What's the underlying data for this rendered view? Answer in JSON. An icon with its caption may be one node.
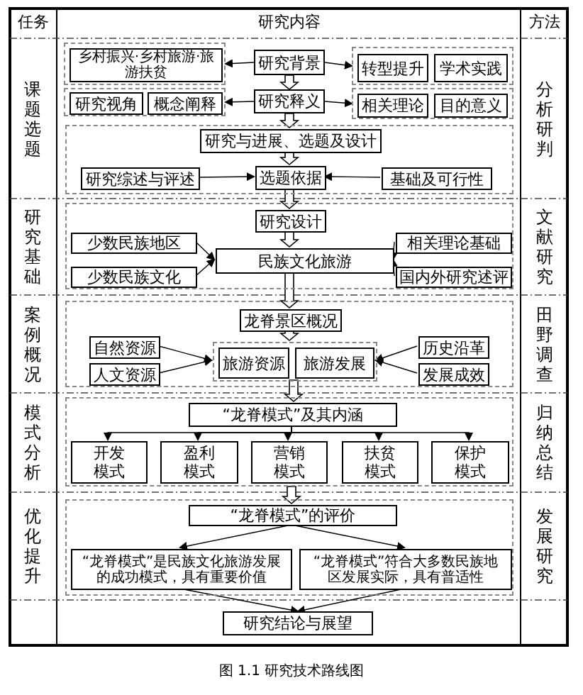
{
  "diagram": {
    "caption": "图 1.1 研究技术路线图",
    "nodes": [
      {
        "text": [],
        "shape": "box"
      },
      {
        "text": [
          "乡村振兴·乡村旅游·旅游扶贫"
        ],
        "in": 0
      },
      {
        "text": [
          "研究背景"
        ]
      },
      {
        "text": [],
        "shape": "box"
      },
      {
        "text": [
          "转型提升"
        ],
        "in": 3
      },
      {
        "text": [
          "学术实践"
        ],
        "in": 3
      },
      {
        "text": [],
        "shape": "box"
      },
      {
        "text": [
          "研究视角"
        ],
        "in": 6
      },
      {
        "text": [
          "概念阐释"
        ],
        "in": 6
      },
      {
        "text": [
          "研究释义"
        ]
      },
      {
        "text": [],
        "shape": "box"
      },
      {
        "text": [
          "相关理论"
        ],
        "in": 10
      },
      {
        "text": [
          "目的意义"
        ],
        "in": 10
      },
      {
        "text": [],
        "shape": "box"
      },
      {
        "text": [
          "研究与进展、选题及设计"
        ],
        "in": 13
      },
      {
        "text": [
          "研究综述与评述"
        ],
        "in": 13
      },
      {
        "text": [
          "选题依据"
        ],
        "in": 13
      },
      {
        "text": [
          "基础及可行性"
        ],
        "in": 13
      },
      {
        "text": [],
        "shape": "box"
      },
      {
        "text": [
          "研究设计"
        ],
        "in": 18
      },
      {
        "text": [
          "少数民族地区"
        ],
        "in": 18
      },
      {
        "text": [
          "民族文化旅游"
        ],
        "in": 18
      },
      {
        "text": [
          "相关理论基础"
        ],
        "in": 18
      },
      {
        "text": [
          "少数民族文化"
        ],
        "in": 18
      },
      {
        "text": [
          "国内外研究述评"
        ],
        "in": 18
      },
      {
        "text": [],
        "shape": "box"
      },
      {
        "text": [
          "龙脊景区概况"
        ],
        "in": 25
      },
      {
        "text": [
          "自然资源"
        ],
        "in": 25
      },
      {
        "text": [],
        "shape": "box",
        "in": 25
      },
      {
        "text": [
          "旅游资源"
        ],
        "in": 28
      },
      {
        "text": [
          "旅游发展"
        ],
        "in": 28
      },
      {
        "text": [
          "历史沿革"
        ],
        "in": 25
      },
      {
        "text": [
          "人文资源"
        ],
        "in": 25
      },
      {
        "text": [
          "发展成效"
        ],
        "in": 25
      },
      {
        "text": [],
        "shape": "box"
      },
      {
        "text": [
          "“龙脊模式”及其内涵"
        ],
        "in": 34
      },
      {
        "text": [
          "开发模式"
        ],
        "in": 34
      },
      {
        "text": [
          "盈利模式"
        ],
        "in": 34
      },
      {
        "text": [
          "营销模式"
        ],
        "in": 34
      },
      {
        "text": [
          "扶贫模式"
        ],
        "in": 34
      },
      {
        "text": [
          "保护模式"
        ],
        "in": 34
      },
      {
        "text": [],
        "shape": "box"
      },
      {
        "text": [
          "“龙脊模式”的评价"
        ],
        "in": 41
      },
      {
        "text": [
          "“龙脊模式”是民族文化旅游发展的成功模式，具有重要价值"
        ],
        "in": 41
      },
      {
        "text": [
          "“龙脊模式”符合大多数民族地区发展实际，具有普适性"
        ],
        "in": 41
      },
      {
        "text": [
          "研究结论与展望"
        ]
      }
    ],
    "edges": [
      {
        "from": 2,
        "to": 0,
        "arrow": "to"
      },
      {
        "from": 2,
        "to": 3,
        "arrow": "to"
      },
      {
        "from": 2,
        "to": 9,
        "arrow": "to",
        "style": "thick"
      },
      {
        "from": 9,
        "to": 6,
        "arrow": "to"
      },
      {
        "from": 9,
        "to": 10,
        "arrow": "to"
      },
      {
        "from": 9,
        "to": 14,
        "arrow": "to",
        "style": "thick"
      },
      {
        "from": 14,
        "to": 16,
        "arrow": "to",
        "style": "thick"
      },
      {
        "from": 15,
        "to": 16,
        "arrow": "to"
      },
      {
        "from": 17,
        "to": 16,
        "arrow": "to"
      },
      {
        "from": 16,
        "to": 19,
        "arrow": "to",
        "style": "thick"
      },
      {
        "from": 19,
        "to": 21,
        "arrow": "to",
        "style": "thick"
      },
      {
        "from": 20,
        "to": 21,
        "arrow": "to"
      },
      {
        "from": 23,
        "to": 21,
        "arrow": "to"
      },
      {
        "from": 22,
        "to": 21,
        "arrow": "to"
      },
      {
        "from": 24,
        "to": 21,
        "arrow": "to"
      },
      {
        "from": 21,
        "to": 26,
        "arrow": "to",
        "style": "thick"
      },
      {
        "from": 26,
        "to": 28,
        "arrow": "to",
        "style": "thick"
      },
      {
        "from": 27,
        "to": 28,
        "arrow": "to"
      },
      {
        "from": 32,
        "to": 28,
        "arrow": "to"
      },
      {
        "from": 31,
        "to": 28,
        "arrow": "to"
      },
      {
        "from": 33,
        "to": 28,
        "arrow": "to"
      },
      {
        "from": 28,
        "to": 35,
        "arrow": "to",
        "style": "thick"
      },
      {
        "from": 35,
        "to": 36,
        "arrow": "to"
      },
      {
        "from": 35,
        "to": 37,
        "arrow": "to"
      },
      {
        "from": 35,
        "to": 38,
        "arrow": "to"
      },
      {
        "from": 35,
        "to": 39,
        "arrow": "to"
      },
      {
        "from": 35,
        "to": 40,
        "arrow": "to"
      },
      {
        "from": 34,
        "to": 42,
        "arrow": "to",
        "style": "thick"
      },
      {
        "from": 42,
        "to": 43,
        "arrow": "to"
      },
      {
        "from": 42,
        "to": 44,
        "arrow": "to"
      },
      {
        "from": 43,
        "to": 45,
        "arrow": "to"
      },
      {
        "from": 44,
        "to": 45,
        "arrow": "to"
      }
    ],
    "labels": [
      "任务",
      "研究内容",
      "方法",
      "课题选题",
      "分析研判",
      "研究基础",
      "文献研究",
      "案例概况",
      "田野调查",
      "模式分析",
      "归纳总结",
      "优化提升",
      "发展研究"
    ]
  }
}
